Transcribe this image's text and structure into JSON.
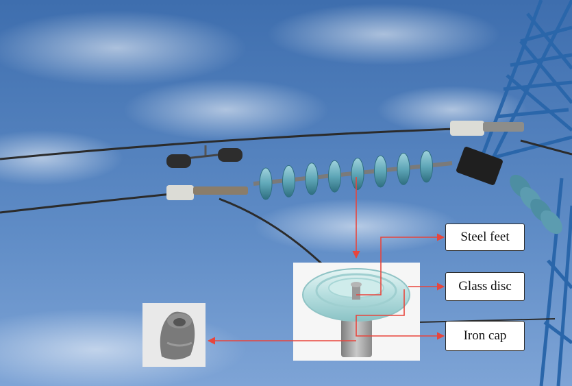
{
  "labels": {
    "steel_feet": "Steel feet",
    "glass_disc": "Glass disc",
    "iron_cap": "Iron cap"
  },
  "colors": {
    "arrow": "#e8453c",
    "label_border": "#2b2b2b",
    "sky_top": "#3f6fb0",
    "sky_bottom": "#7fa3d3",
    "glass": "#bfe3e6",
    "tower": "#2f6db3"
  }
}
